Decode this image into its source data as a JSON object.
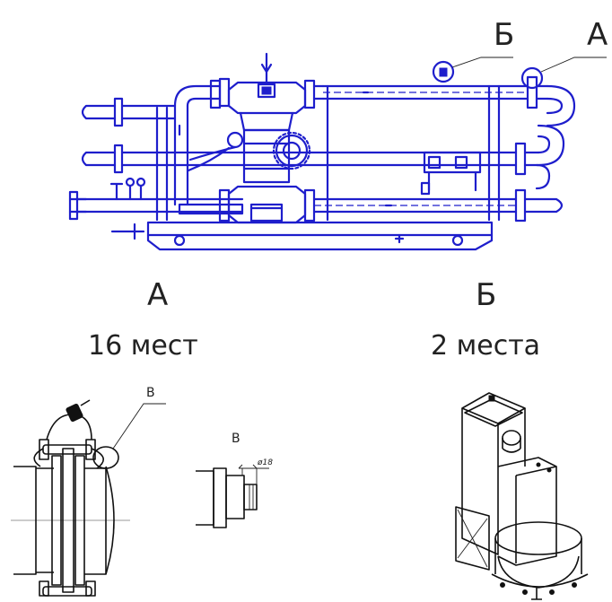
{
  "callouts": {
    "top_b": "Б",
    "top_a": "А"
  },
  "views": {
    "a_letter": "А",
    "a_count": "16 мест",
    "b_letter": "Б",
    "b_count": "2 места",
    "detail_v_leader": "В",
    "detail_v_title": "В",
    "dimension": "ø18"
  },
  "colors": {
    "drawing_blue": "#1e1ecc",
    "detail_black": "#111111"
  }
}
